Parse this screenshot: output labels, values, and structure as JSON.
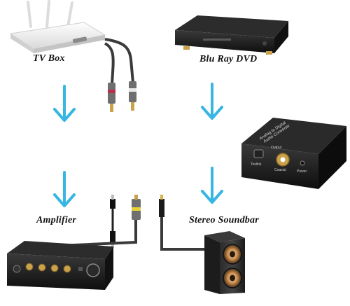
{
  "labels": {
    "tv_box": "TV Box",
    "blu_ray": "Blu Ray DVD",
    "amplifier": "Amplifier",
    "soundbar": "Stereo Soundbar"
  },
  "converter": {
    "title_line1": "Analog to Digital",
    "title_line2": "Audio Converter",
    "output_label": "Output",
    "port_toslink": "Toslink",
    "port_coaxial": "Coaxial",
    "port_power": "Power"
  },
  "colors": {
    "arrow": "#38b6e3",
    "device_dark": "#1b1b1b",
    "tvbox_white": "#f2f2f2",
    "gold": "#c9a24a"
  },
  "icons": {
    "flow_arrows": "arrow-down-icon"
  }
}
